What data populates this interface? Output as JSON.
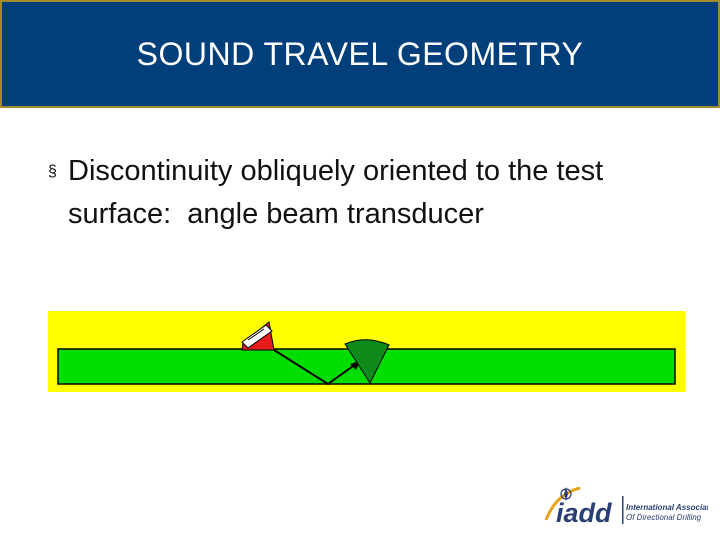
{
  "slide": {
    "title": "SOUND TRAVEL GEOMETRY",
    "bullet_marker": "§",
    "bullet_text": "Discontinuity obliquely oriented to the test surface:  angle beam transducer"
  },
  "diagram": {
    "background_color": "#ffff00",
    "specimen_color": "#00dd00",
    "transducer_color": "#e81c1c",
    "discontinuity_color": "#0d8a1a"
  },
  "logo": {
    "brand": "iadd",
    "line1": "International Association",
    "line2": "Of Directional Drilling"
  }
}
